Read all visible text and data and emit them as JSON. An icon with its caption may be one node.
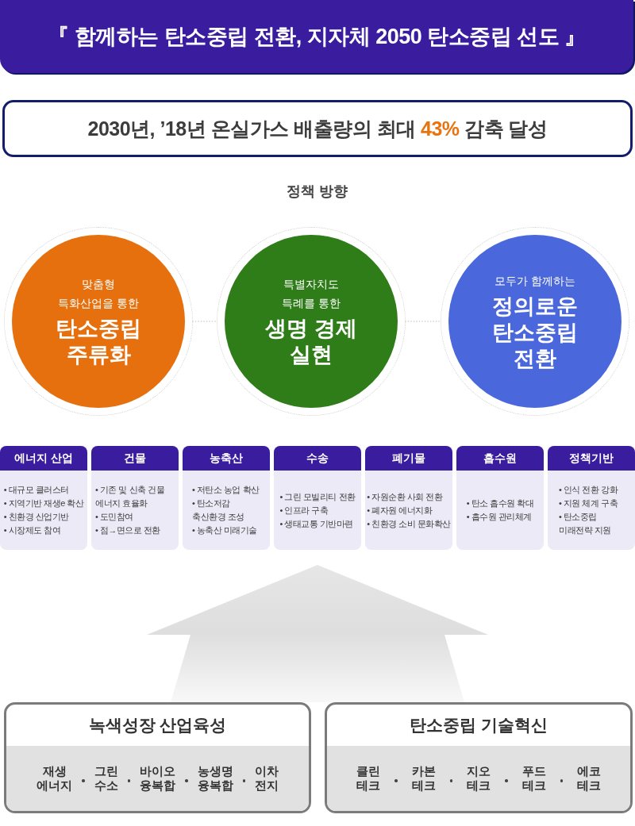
{
  "diagram": {
    "title": "『 함께하는 탄소중립 전환, 지자체 2050 탄소중립 선도 』",
    "nodes": [
      {
        "text": [
          "2030년, ’18년 온실가스 배출량의 최대 **43%** 감축 달성"
        ]
      },
      {
        "text": [
          "맞춤형 특화산업을 통한",
          "탄소중립 주류화"
        ]
      },
      {
        "text": [
          "특별자치도 특례를 통한",
          "생명 경제 실현"
        ]
      },
      {
        "text": [
          "모두가 함께하는",
          "정의로운 탄소중립 전환"
        ]
      },
      {
        "text": [
          "에너지 산업",
          "• 대규모 클러스터",
          "• 지역기반 재생e 확산",
          "• 친환경 산업기반",
          "• 시장제도 참여"
        ]
      },
      {
        "text": [
          "건물",
          "• 기존 및 신축 건물 에너지 효율화",
          "• 도민참여",
          "• 점→면으로 전환"
        ]
      },
      {
        "text": [
          "농축산",
          "• 저탄소 농업 확산",
          "• 탄소저감 축산환경 조성",
          "• 농축산 미래기술"
        ]
      },
      {
        "text": [
          "수송",
          "• 그린 모빌리티 전환",
          "• 인프라 구축",
          "• 생태교통 기반마련"
        ]
      },
      {
        "text": [
          "폐기물",
          "• 자원순환 사회 전환",
          "• 폐자원 에너지화",
          "• 친환경 소비 문화확산"
        ]
      },
      {
        "text": [
          "흡수원",
          "• 탄소 흡수원 확대",
          "• 흡수원 관리체계"
        ]
      },
      {
        "text": [
          "정책기반",
          "• 인식 전환 강화",
          "• 지원 체계 구축",
          "• 탄소중립 미래전략 지원"
        ]
      },
      {
        "text": [
          "녹색성장 산업육성",
          "재생 에너지",
          "그린 수소",
          "바이오 융복합",
          "농생명 융복합",
          "이차 전지"
        ]
      },
      {
        "text": [
          "탄소중립 기술혁신",
          "클린 테크",
          "카본 테크",
          "지오 테크",
          "푸드 테크",
          "에코 테크"
        ]
      }
    ],
    "edges": [
      {
        "from": 1,
        "to": 2,
        "arrow": "none",
        "style": "dashed"
      },
      {
        "from": 2,
        "to": 3,
        "arrow": "none",
        "style": "dashed"
      },
      {
        "from": 11,
        "to": 7,
        "arrow": "to",
        "style": "thick"
      },
      {
        "from": 12,
        "to": 7,
        "arrow": "to",
        "style": "thick"
      }
    ],
    "labels": [
      "정책 방향"
    ]
  }
}
